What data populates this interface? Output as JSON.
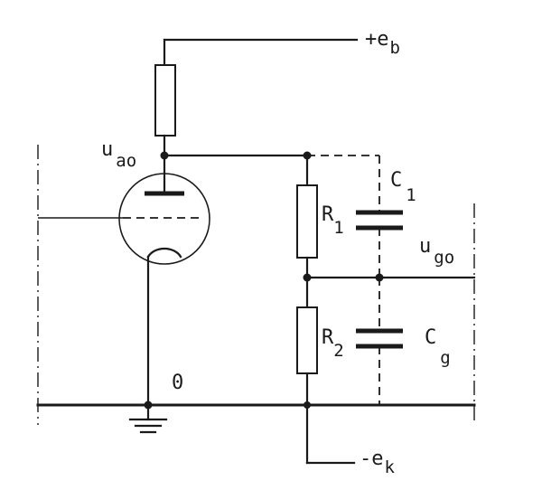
{
  "labels": {
    "supply_pos": {
      "sign": "+",
      "main": "e",
      "sub": "b"
    },
    "supply_neg": {
      "sign": "-",
      "main": "e",
      "sub": "k"
    },
    "anode_voltage": {
      "main": "u",
      "sub": "ao"
    },
    "grid_voltage": {
      "main": "u",
      "sub": "go"
    },
    "ground_node": "0",
    "r1": {
      "main": "R",
      "sub": "1"
    },
    "r2": {
      "main": "R",
      "sub": "2"
    },
    "c1": {
      "main": "C",
      "sub": "1"
    },
    "cg": {
      "main": "C",
      "sub": "g"
    }
  }
}
